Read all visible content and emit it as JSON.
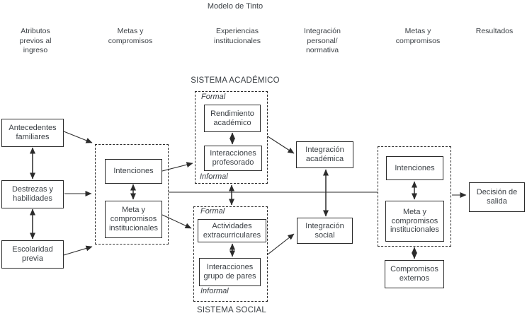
{
  "title": "Modelo de Tinto",
  "headers": [
    "Atributos previos al ingreso",
    "Metas y compromisos",
    "Experiencias institucionales",
    "Integración personal/ normativa",
    "Metas y compromisos",
    "Resultados"
  ],
  "systems": {
    "academic_label": "SISTEMA ACADÉMICO",
    "social_label": "SISTEMA SOCIAL",
    "formal": "Formal",
    "informal": "Informal"
  },
  "nodes": {
    "antecedentes": "Antecedentes familiares",
    "destrezas": "Destrezas y habilidades",
    "escolaridad": "Escolaridad previa",
    "intenciones_1": "Intenciones",
    "meta_compromisos_1": "Meta y compromisos institucionales",
    "rendimiento": "Rendimiento académico",
    "interacciones_profesorado": "Interacciones profesorado",
    "actividades": "Actividades extracurriculares",
    "interacciones_pares": "Interacciones grupo de pares",
    "integracion_academica": "Integración académica",
    "integracion_social": "Integración social",
    "intenciones_2": "Intenciones",
    "meta_compromisos_2": "Meta y compromisos institucionales",
    "compromisos_externos": "Compromisos externos",
    "decision_salida": "Decisión de salida"
  },
  "colors": {
    "line": "#2b2b2b",
    "text": "#3a3f44",
    "background": "#ffffff"
  }
}
